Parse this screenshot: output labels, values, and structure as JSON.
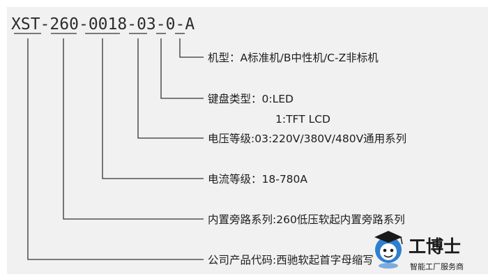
{
  "code": {
    "segments": [
      "XST",
      "260",
      "0018",
      "03",
      "0",
      "A"
    ],
    "separator": "-"
  },
  "labels": [
    "机型：A标准机/B中性机/C-Z非标机",
    "键盘类型：0:LED",
    "1:TFT LCD",
    "电压等级:03:220V/380V/480V通用系列",
    "电流等级：18-780A",
    "内置旁路系列:260低压软起内置旁路系列",
    "公司产品代码:西驰软起首字母缩写"
  ],
  "watermark": {
    "title": "工博士",
    "subtitle": "智能工厂服务商"
  },
  "colors": {
    "background": "#f1f1f1",
    "line": "#333333",
    "text": "#1d1d1d",
    "mascot_blue": "#2f7fd0"
  },
  "icons": [
    "mascot-icon"
  ]
}
